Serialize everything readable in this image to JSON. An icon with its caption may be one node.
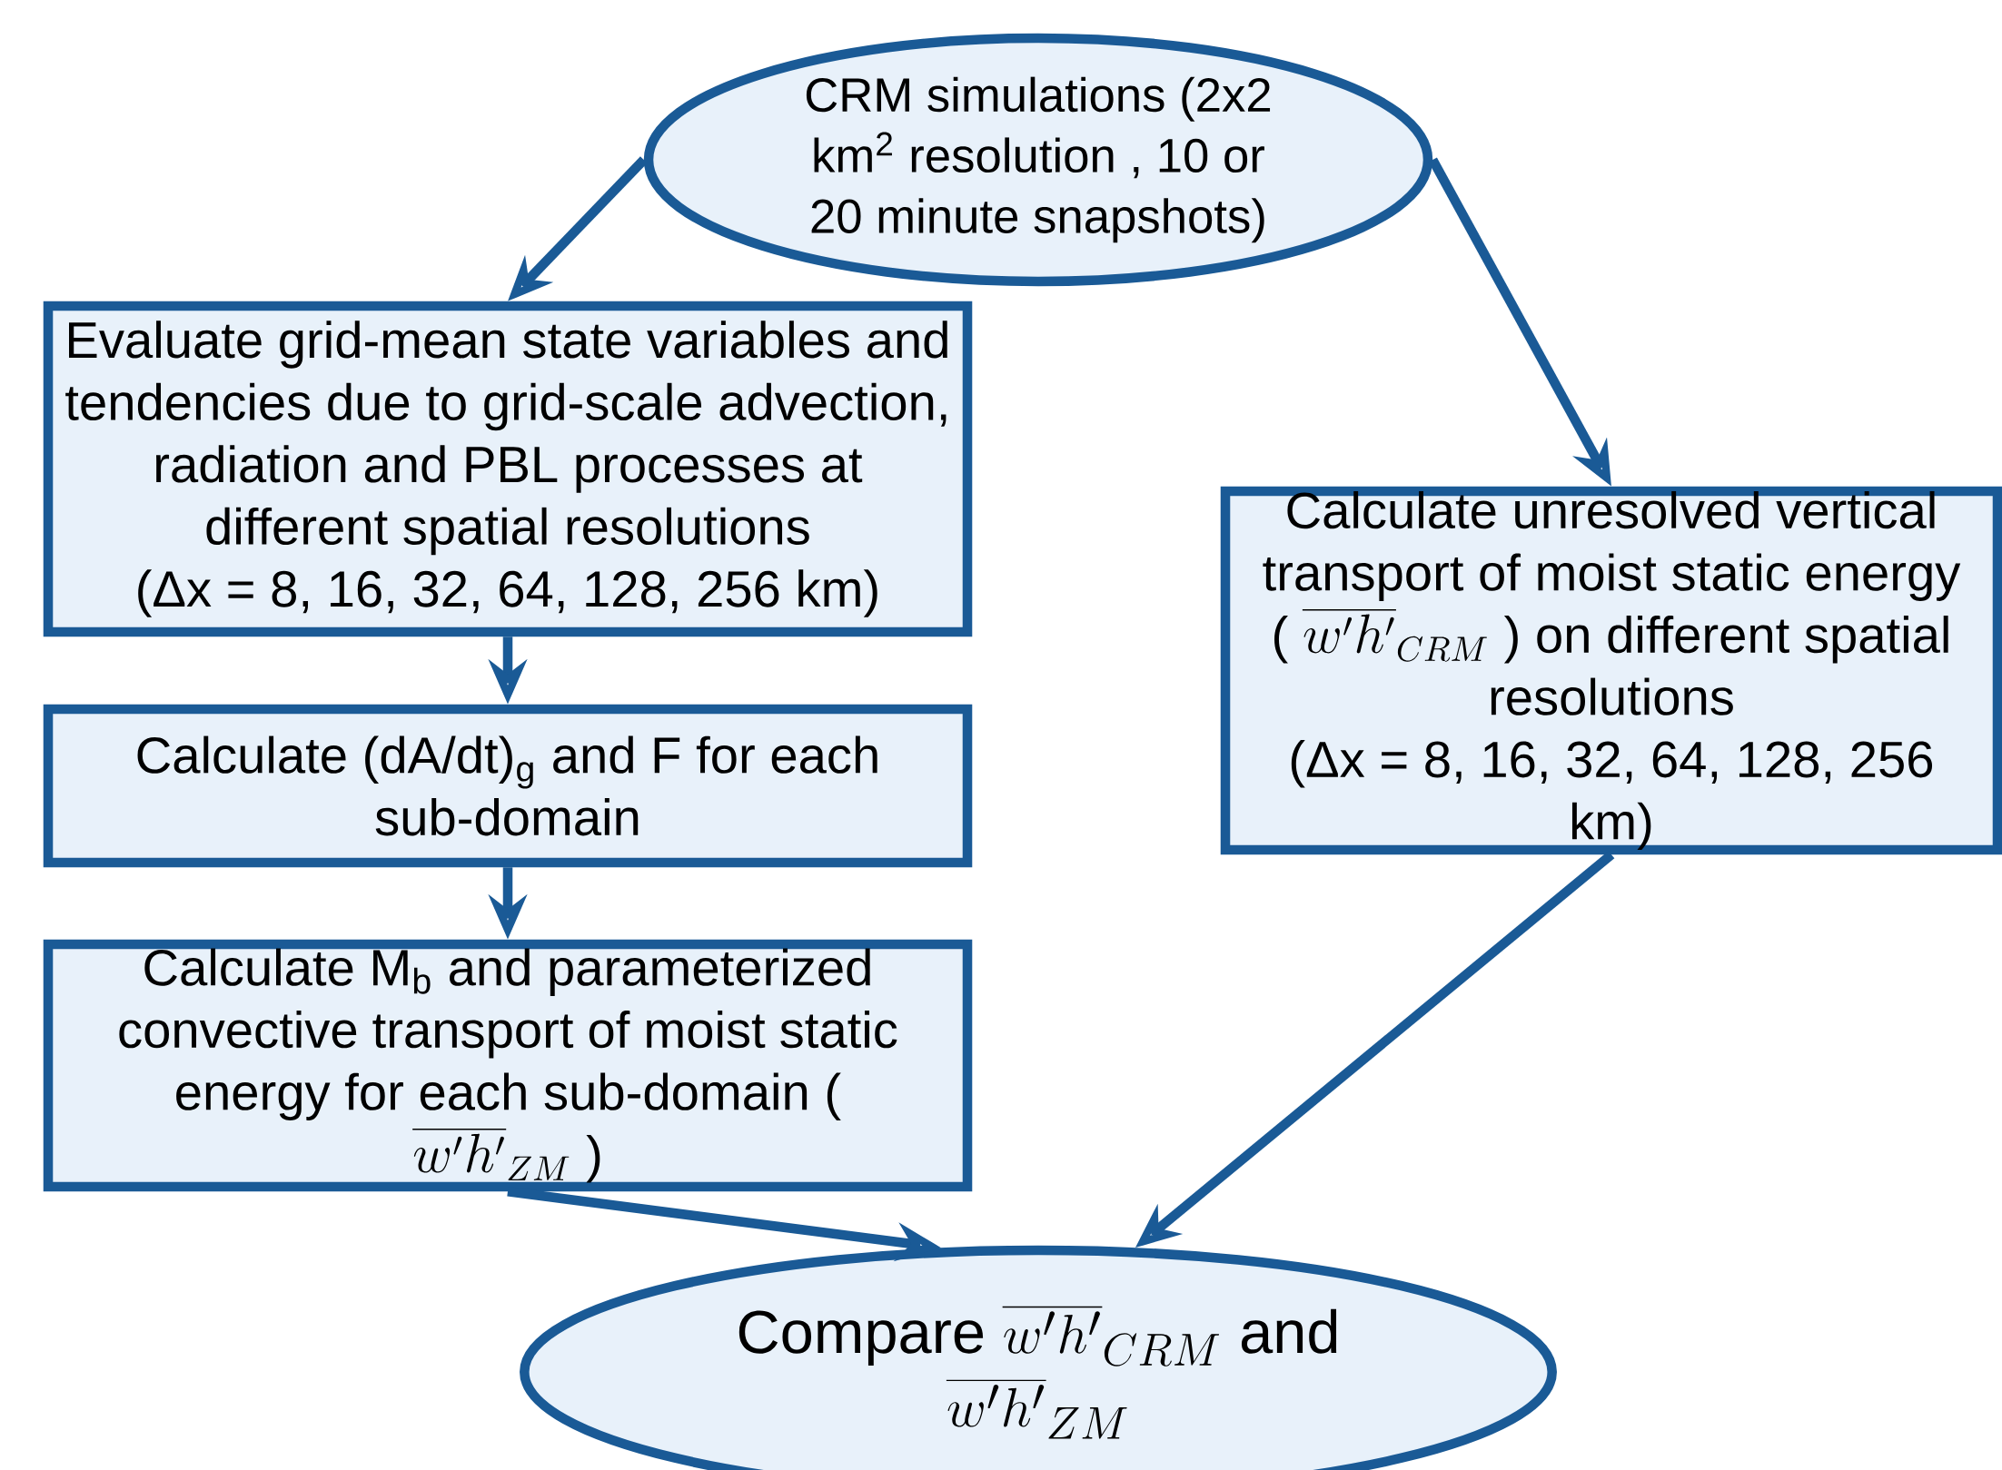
{
  "diagram": {
    "nodes": [
      {
        "text": [
          "CRM simulations (2x2 km$^{2}$ resolution , 10 or 20 minute snapshots)"
        ]
      },
      {
        "text": [
          "Evaluate grid-mean state variables and tendencies due to grid-scale advection, radiation and PBL processes at different spatial resolutions",
          "(Δx = 8, 16, 32, 64, 128, 256 km)"
        ]
      },
      {
        "text": [
          "Calculate (dA/dt)$_{g}$ and F for each sub-domain"
        ]
      },
      {
        "text": [
          "Calculate M$_{b}$ and parameterized convective transport of moist static energy for each sub-domain (",
          "\\overline{w'h'}_{ZM}",
          ")"
        ]
      },
      {
        "text": [
          "Calculate unresolved vertical transport of moist static energy (",
          "\\overline{w'h'}_{CRM}",
          ") on different spatial resolutions",
          "(Δx = 8, 16, 32, 64, 128, 256 km)"
        ]
      },
      {
        "text": [
          "Compare",
          "\\overline{w'h'}_{CRM}",
          "and",
          "\\overline{w'h'}_{ZM}"
        ]
      }
    ],
    "edges": [
      {
        "from": 0,
        "to": 1,
        "arrow": "to"
      },
      {
        "from": 0,
        "to": 4,
        "arrow": "to"
      },
      {
        "from": 1,
        "to": 2,
        "arrow": "to"
      },
      {
        "from": 2,
        "to": 3,
        "arrow": "to"
      },
      {
        "from": 3,
        "to": 5,
        "arrow": "to"
      },
      {
        "from": 4,
        "to": 5,
        "arrow": "to"
      }
    ]
  }
}
